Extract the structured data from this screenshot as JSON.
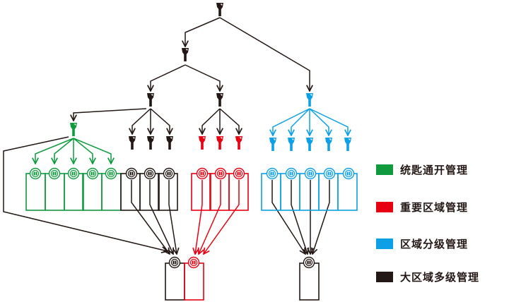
{
  "colors": {
    "green": "#109a3e",
    "red": "#e60012",
    "blue": "#0ea0e6",
    "black": "#231815"
  },
  "legend": [
    {
      "label": "统匙通开管理",
      "color_key": "green"
    },
    {
      "label": "重要区域管理",
      "color_key": "red"
    },
    {
      "label": "区域分级管理",
      "color_key": "blue"
    },
    {
      "label": "大区域多级管理",
      "color_key": "black"
    }
  ],
  "icons": {
    "key": "key-icon",
    "lock": "lock-cylinder-icon",
    "door": "door-icon"
  },
  "tree": {
    "root": {
      "id": "grand-master-key",
      "color": "black"
    },
    "level2": [
      {
        "id": "master-key",
        "color": "black",
        "parent": "grand-master-key"
      },
      {
        "id": "blue-group-master-key",
        "color": "blue",
        "parent": "grand-master-key"
      }
    ],
    "level3": [
      {
        "id": "black-sub-master-key-1",
        "color": "black",
        "parent": "master-key"
      },
      {
        "id": "black-sub-master-key-2",
        "color": "black",
        "parent": "master-key"
      }
    ],
    "groups": [
      {
        "name": "green-group",
        "color": "green",
        "master": "green-master-key",
        "parent": "black-sub-master-key-1",
        "keys": 0,
        "doors": 5
      },
      {
        "name": "black-group",
        "color": "black",
        "parent": "black-sub-master-key-1",
        "keys": 3,
        "doors": 3
      },
      {
        "name": "red-group",
        "color": "red",
        "parent": "black-sub-master-key-2",
        "keys": 3,
        "doors": 3
      },
      {
        "name": "blue-group",
        "color": "blue",
        "parent": "blue-group-master-key",
        "keys": 5,
        "doors": 5
      }
    ],
    "shared_doors": [
      {
        "name": "shared-door-left",
        "locks": [
          "black",
          "red"
        ]
      },
      {
        "name": "shared-door-right",
        "locks": [
          "black"
        ]
      }
    ]
  }
}
